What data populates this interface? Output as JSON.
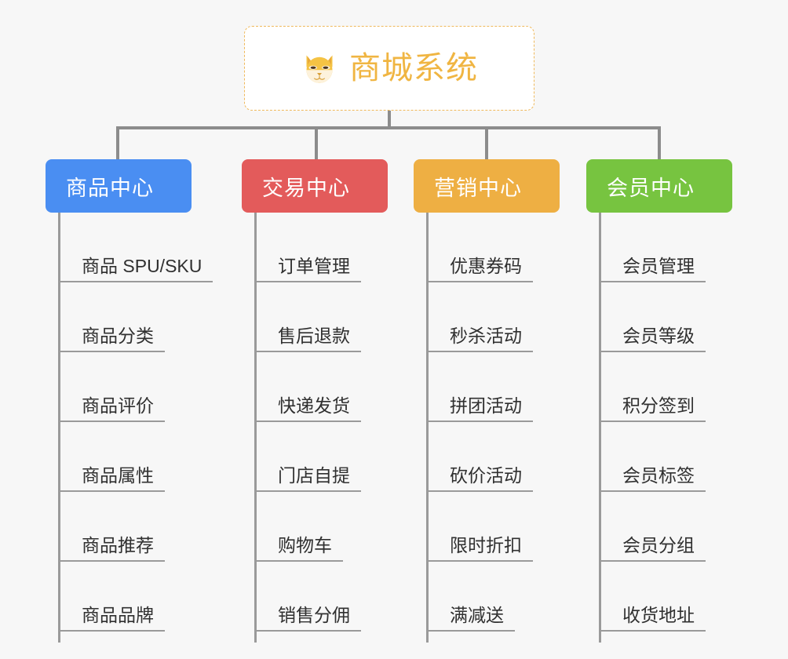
{
  "diagram": {
    "type": "mind-map",
    "title": "商城系统",
    "root": {
      "label": "商城系统",
      "icon": "shiba-dog-icon",
      "text_color": "#f0b542",
      "border_color": "#efb95c",
      "background": "#ffffff"
    },
    "connector_color": "#8c8c8c",
    "background": "#f7f7f7",
    "branches": [
      {
        "label": "商品中心",
        "color": "#4a8ef2",
        "text_color": "#ffffff",
        "items": [
          "商品 SPU/SKU",
          "商品分类",
          "商品评价",
          "商品属性",
          "商品推荐",
          "商品品牌"
        ]
      },
      {
        "label": "交易中心",
        "color": "#e35b5b",
        "text_color": "#ffffff",
        "items": [
          "订单管理",
          "售后退款",
          "快递发货",
          "门店自提",
          "购物车",
          "销售分佣"
        ]
      },
      {
        "label": "营销中心",
        "color": "#eeaf43",
        "text_color": "#ffffff",
        "items": [
          "优惠券码",
          "秒杀活动",
          "拼团活动",
          "砍价活动",
          "限时折扣",
          "满减送"
        ]
      },
      {
        "label": "会员中心",
        "color": "#77c440",
        "text_color": "#ffffff",
        "items": [
          "会员管理",
          "会员等级",
          "积分签到",
          "会员标签",
          "会员分组",
          "收货地址"
        ]
      }
    ]
  }
}
